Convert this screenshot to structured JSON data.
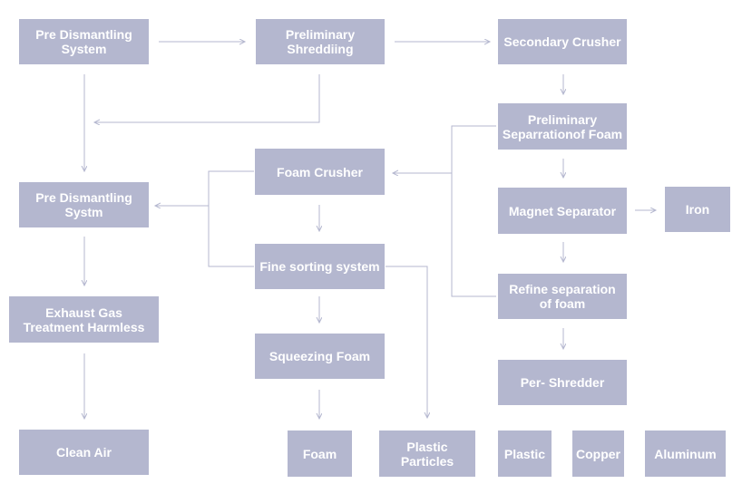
{
  "colors": {
    "box_fill": "#b4b7cf",
    "box_text": "#ffffff",
    "connector": "#b4b7cf",
    "background": "#ffffff"
  },
  "nodes": {
    "pre_dismantling_system": "Pre Dismantling\nSystem",
    "preliminary_shredding": "Preliminary\nShreddiing",
    "secondary_crusher": "Secondary Crusher",
    "preliminary_separation_foam": "Preliminary\nSeparrationof Foam",
    "foam_crusher": "Foam Crusher",
    "pre_dismantling_systm": "Pre Dismantling\nSystm",
    "magnet_separator": "Magnet Separator",
    "iron": "Iron",
    "fine_sorting_system": "Fine sorting system",
    "refine_separation_foam": "Refine separation\nof foam",
    "exhaust_gas": "Exhaust Gas\nTreatment Harmless",
    "squeezing_foam": "Squeezing Foam",
    "per_shredder": "Per- Shredder",
    "clean_air": "Clean Air",
    "foam": "Foam",
    "plastic_particles": "Plastic\nParticles",
    "plastic": "Plastic",
    "copper": "Copper",
    "aluminum": "Aluminum"
  }
}
